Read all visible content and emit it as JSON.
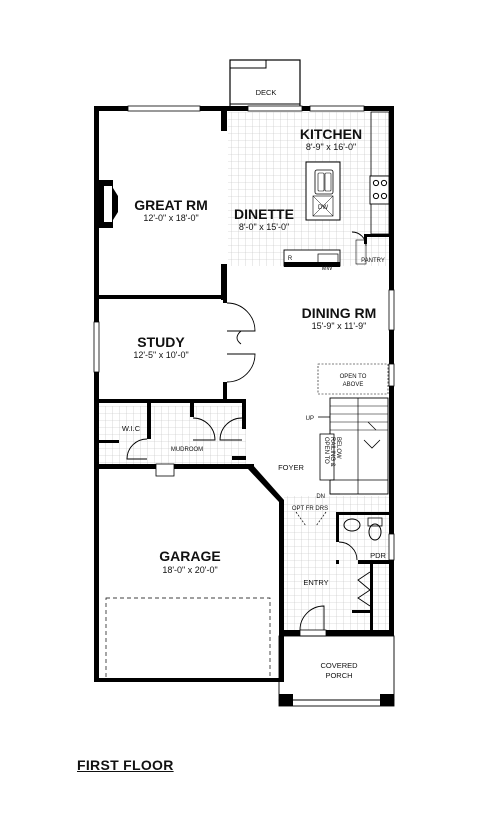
{
  "floor_title": "FIRST FLOOR",
  "rooms": {
    "deck": {
      "name": "DECK"
    },
    "kitchen": {
      "name": "KITCHEN",
      "dims": "8'-9\" x 16'-0\""
    },
    "great_rm": {
      "name": "GREAT RM",
      "dims": "12'-0\" x 18'-0\""
    },
    "dinette": {
      "name": "DINETTE",
      "dims": "8'-0\" x 15'-0\""
    },
    "dining_rm": {
      "name": "DINING RM",
      "dims": "15'-9\" x 11'-9\""
    },
    "study": {
      "name": "STUDY",
      "dims": "12'-5\" x 10'-0\""
    },
    "garage": {
      "name": "GARAGE",
      "dims": "18'-0\" x 20'-0\""
    },
    "foyer": {
      "name": "FOYER"
    },
    "entry": {
      "name": "ENTRY"
    },
    "pdr": {
      "name": "PDR"
    },
    "mudroom": {
      "name": "MUDROOM"
    },
    "wic": {
      "name": "W.I.C"
    },
    "pantry": {
      "name": "PANTRY"
    },
    "covered_porch": {
      "name_line1": "COVERED",
      "name_line2": "PORCH"
    }
  },
  "notes": {
    "open_above_1": "OPEN TO",
    "open_above_2": "ABOVE",
    "stair_up": "UP",
    "stair_dn": "DN",
    "opt_fr_drs": "OPT FR DRS",
    "open_bsmt_1": "OPEN TO",
    "open_bsmt_2": "RAILING &",
    "open_bsmt_3": "BELOW",
    "dw": "DW",
    "mw": "MW",
    "r": "R"
  }
}
